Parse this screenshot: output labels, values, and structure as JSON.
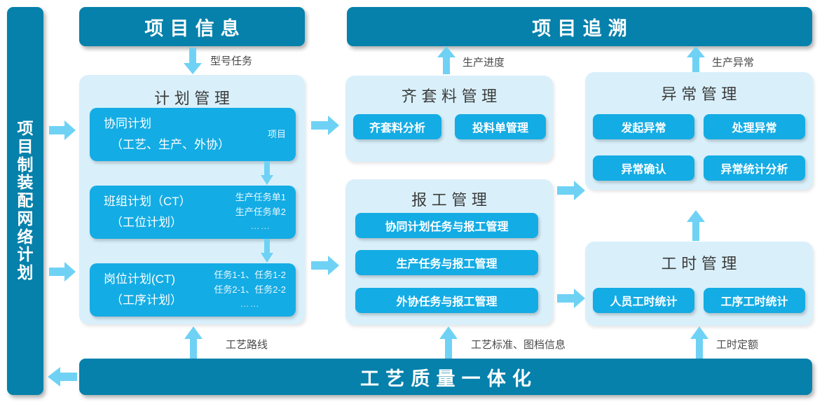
{
  "sidebar": {
    "label": "项目制装配网络计划"
  },
  "headers": {
    "project_info": "项目信息",
    "project_trace": "项目追溯",
    "bottom_bar": "工艺质量一体化"
  },
  "arrow_labels": {
    "model_task": "型号任务",
    "production_progress": "生产进度",
    "production_exception": "生产异常",
    "process_route": "工艺路线",
    "process_standard": "工艺标准、图档信息",
    "work_hour_quota": "工时定额"
  },
  "panels": {
    "plan": {
      "title": "计划管理",
      "boxes": [
        {
          "line1": "协同计划",
          "line2": "（工艺、生产、外协）",
          "side": [
            "项目"
          ]
        },
        {
          "line1": "班组计划（CT）",
          "line2": "（工位计划）",
          "side": [
            "生产任务单1",
            "生产任务单2",
            "……"
          ]
        },
        {
          "line1": "岗位计划(CT)",
          "line2": "（工序计划）",
          "side": [
            "任务1-1、任务1-2",
            "任务2-1、任务2-2",
            "……"
          ]
        }
      ]
    },
    "material": {
      "title": "齐套料管理",
      "buttons": [
        "齐套料分析",
        "投料单管理"
      ]
    },
    "report": {
      "title": "报工管理",
      "buttons": [
        "协同计划任务与报工管理",
        "生产任务与报工管理",
        "外协任务与报工管理"
      ]
    },
    "exception": {
      "title": "异常管理",
      "buttons": [
        "发起异常",
        "处理异常",
        "异常确认",
        "异常统计分析"
      ]
    },
    "worktime": {
      "title": "工时管理",
      "buttons": [
        "人员工时统计",
        "工序工时统计"
      ]
    }
  },
  "colors": {
    "dark_blue": "#0581ab",
    "button_blue": "#14ace4",
    "panel_bg": "#d9f0fb",
    "arrow_blue": "#6fd2f5",
    "text_gray": "#4a4a4a"
  }
}
